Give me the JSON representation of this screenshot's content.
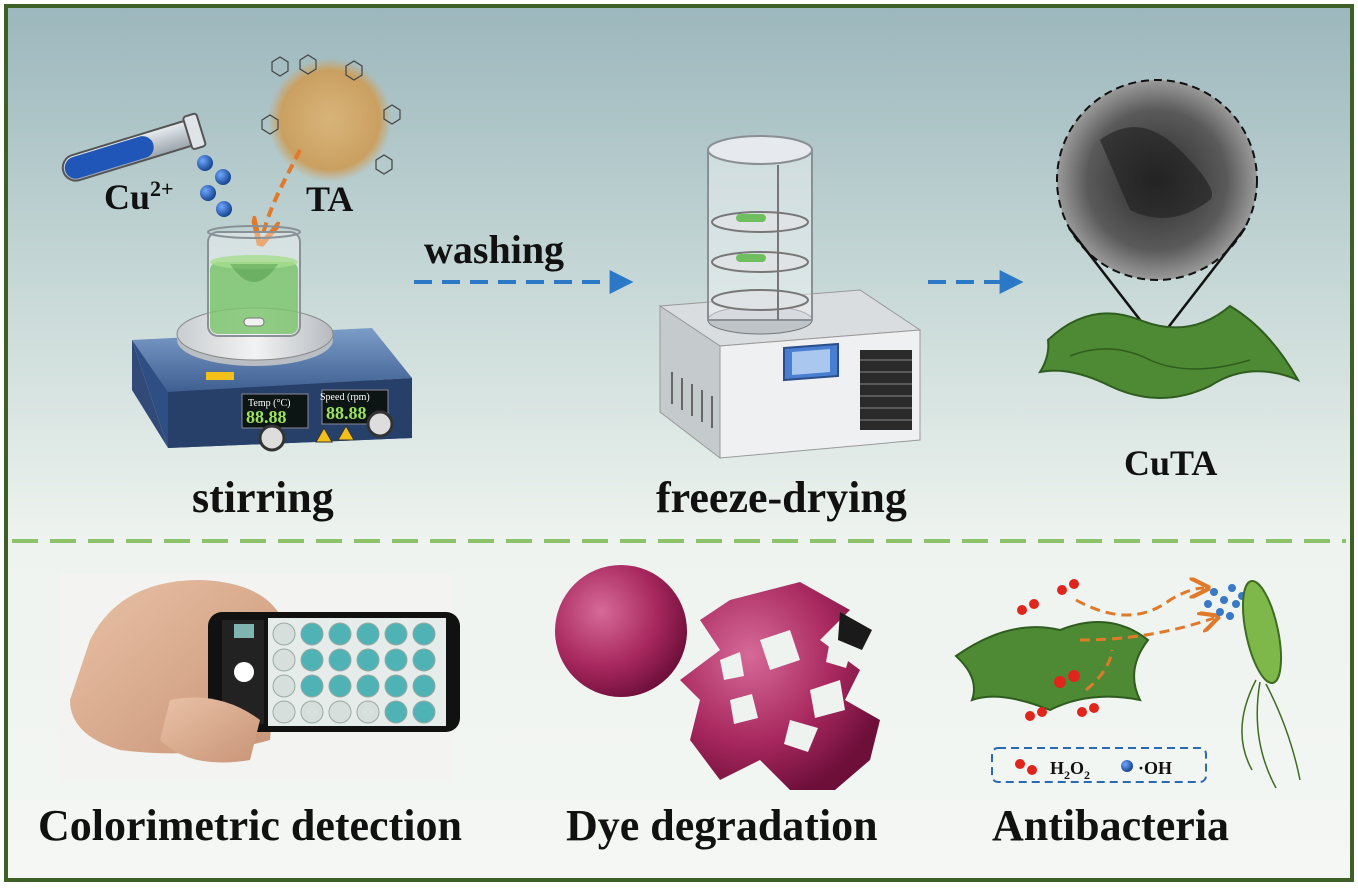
{
  "top": {
    "reagents": {
      "metal_ion": "Cu",
      "metal_charge": "2+",
      "ligand": "TA"
    },
    "hotplate": {
      "temp_label": "Temp (°C)",
      "speed_label": "Speed (rpm)",
      "temp_display": "88.88",
      "speed_display": "88.88"
    },
    "steps": {
      "stirring": "stirring",
      "washing": "washing",
      "freeze_drying": "freeze-drying",
      "product": "CuTA"
    }
  },
  "bottom": {
    "applications": [
      "Colorimetric detection",
      "Dye degradation",
      "Antibacteria"
    ],
    "legend": {
      "h2o2_main": "H",
      "h2o2_sub1": "2",
      "h2o2_mid": "O",
      "h2o2_sub2": "2",
      "radical": "·OH"
    }
  },
  "colors": {
    "frame": "#3e5f26",
    "top_gradient_start": "#9bb6bc",
    "top_gradient_end": "#eef3ef",
    "divider": "#8cc26a",
    "arrow": "#2a78c6",
    "orange_arrow": "#e07a2a",
    "sheet_green": "#4e8a34",
    "dye_magenta": "#a8285e",
    "ion_blue": "#1f58a8"
  }
}
